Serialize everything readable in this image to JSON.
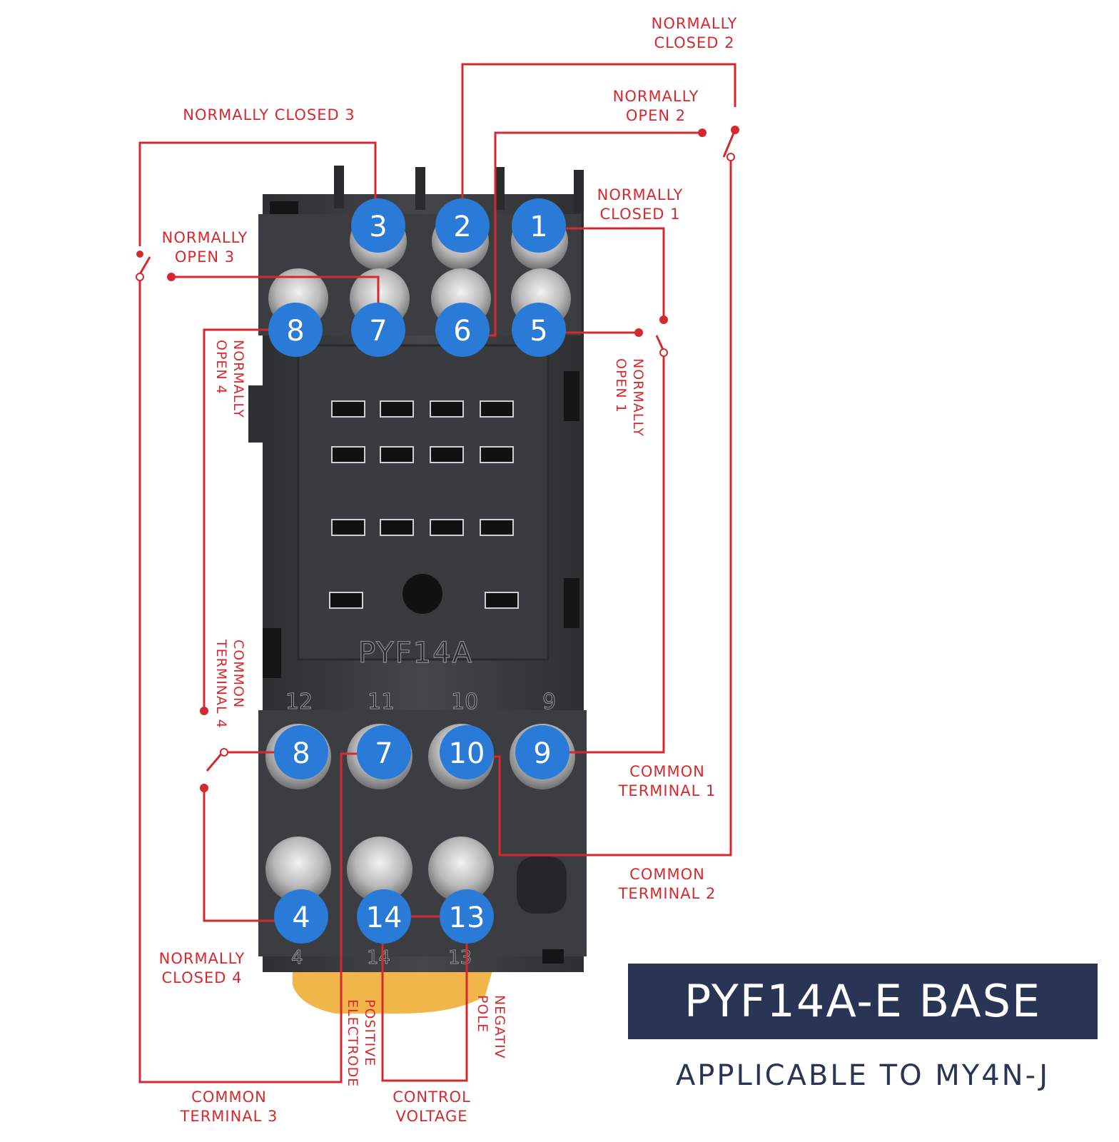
{
  "colors": {
    "accent": "#d42a2f",
    "badge": "#2a7ad8",
    "banner": "#2a3556",
    "base_body": "#3a3b3d",
    "screw": "#c9c9c9"
  },
  "terminal_badges": [
    "3",
    "2",
    "1",
    "8",
    "7",
    "6",
    "5",
    "8",
    "7",
    "10",
    "9",
    "4",
    "14",
    "13"
  ],
  "embossed_numbers": [
    "12",
    "11",
    "10",
    "9",
    "4",
    "14",
    "13"
  ],
  "model_text": "PYF14A",
  "labels": {
    "nc2": "NORMALLY\nCLOSED 2",
    "no2": "NORMALLY\nOPEN 2",
    "nc3": "NORMALLY CLOSED 3",
    "nc1": "NORMALLY\nCLOSED 1",
    "no3": "NORMALLY\nOPEN 3",
    "no4": "NORMALLY\nOPEN 4",
    "no1": "NORMALLY\nOPEN 1",
    "ct4": "COMMON\nTERMINAL 4",
    "ct1": "COMMON\nTERMINAL 1",
    "ct2": "COMMON\nTERMINAL 2",
    "nc4": "NORMALLY\nCLOSED 4",
    "pos": "POSITIVE\nELECTRODE",
    "neg": "NEGATIV\nPOLE",
    "ct3": "COMMON\nTERMINAL 3",
    "cv": "CONTROL\nVOLTAGE"
  },
  "title": "PYF14A-E BASE",
  "subtitle": "APPLICABLE TO MY4N-J"
}
